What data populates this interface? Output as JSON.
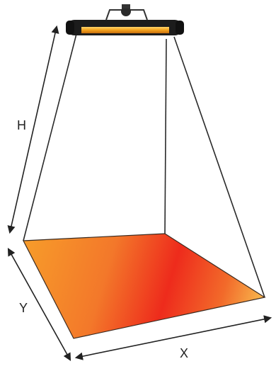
{
  "labels": {
    "height": "H",
    "depth": "Y",
    "width": "X"
  },
  "colors": {
    "heater_body": "#1c1c1c",
    "heater_element": "#f4a21c",
    "floor_hot": "#ef2a1a",
    "floor_warm": "#f6a53a",
    "lines": "#2a2a2a",
    "arrows": "#222222"
  }
}
